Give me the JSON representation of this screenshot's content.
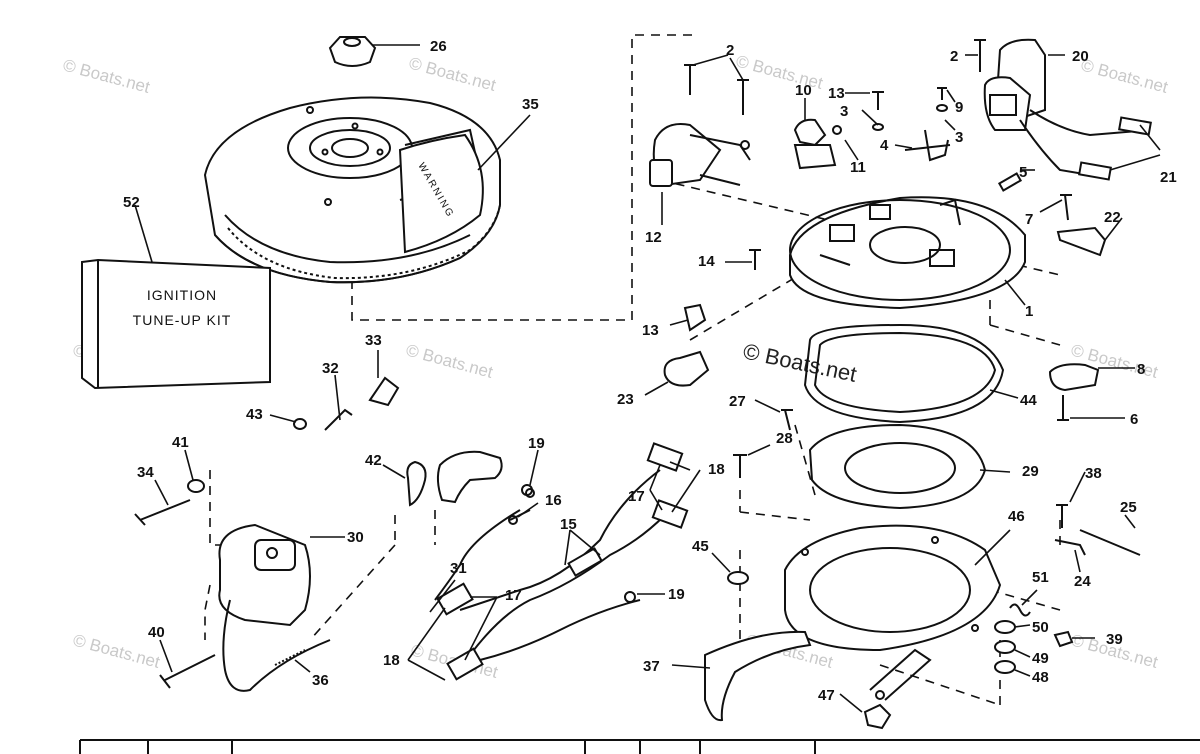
{
  "kit_label": {
    "line1": "IGNITION",
    "line2": "TUNE-UP KIT"
  },
  "flywheel_text": "WARNING",
  "center_watermark": "© Boats.net",
  "watermark": "© Boats.net",
  "callouts": [
    {
      "id": "26",
      "label": "26"
    },
    {
      "id": "35",
      "label": "35"
    },
    {
      "id": "52",
      "label": "52"
    },
    {
      "id": "2a",
      "label": "2"
    },
    {
      "id": "2b",
      "label": "2"
    },
    {
      "id": "20",
      "label": "20"
    },
    {
      "id": "10",
      "label": "10"
    },
    {
      "id": "13a",
      "label": "13"
    },
    {
      "id": "3a",
      "label": "3"
    },
    {
      "id": "9",
      "label": "9"
    },
    {
      "id": "3b",
      "label": "3"
    },
    {
      "id": "4",
      "label": "4"
    },
    {
      "id": "11",
      "label": "11"
    },
    {
      "id": "5",
      "label": "5"
    },
    {
      "id": "21",
      "label": "21"
    },
    {
      "id": "12",
      "label": "12"
    },
    {
      "id": "7",
      "label": "7"
    },
    {
      "id": "22",
      "label": "22"
    },
    {
      "id": "14",
      "label": "14"
    },
    {
      "id": "1",
      "label": "1"
    },
    {
      "id": "13b",
      "label": "13"
    },
    {
      "id": "33",
      "label": "33"
    },
    {
      "id": "32",
      "label": "32"
    },
    {
      "id": "8",
      "label": "8"
    },
    {
      "id": "43",
      "label": "43"
    },
    {
      "id": "23",
      "label": "23"
    },
    {
      "id": "27",
      "label": "27"
    },
    {
      "id": "44",
      "label": "44"
    },
    {
      "id": "6",
      "label": "6"
    },
    {
      "id": "41",
      "label": "41"
    },
    {
      "id": "42",
      "label": "42"
    },
    {
      "id": "19a",
      "label": "19"
    },
    {
      "id": "28",
      "label": "28"
    },
    {
      "id": "18a",
      "label": "18"
    },
    {
      "id": "34",
      "label": "34"
    },
    {
      "id": "29",
      "label": "29"
    },
    {
      "id": "17a",
      "label": "17"
    },
    {
      "id": "16",
      "label": "16"
    },
    {
      "id": "38",
      "label": "38"
    },
    {
      "id": "15",
      "label": "15"
    },
    {
      "id": "30",
      "label": "30"
    },
    {
      "id": "25",
      "label": "25"
    },
    {
      "id": "46",
      "label": "46"
    },
    {
      "id": "45",
      "label": "45"
    },
    {
      "id": "24",
      "label": "24"
    },
    {
      "id": "31",
      "label": "31"
    },
    {
      "id": "17b",
      "label": "17"
    },
    {
      "id": "19b",
      "label": "19"
    },
    {
      "id": "51",
      "label": "51"
    },
    {
      "id": "50",
      "label": "50"
    },
    {
      "id": "39",
      "label": "39"
    },
    {
      "id": "40",
      "label": "40"
    },
    {
      "id": "18b",
      "label": "18"
    },
    {
      "id": "49",
      "label": "49"
    },
    {
      "id": "37",
      "label": "37"
    },
    {
      "id": "36",
      "label": "36"
    },
    {
      "id": "48",
      "label": "48"
    },
    {
      "id": "47",
      "label": "47"
    }
  ]
}
